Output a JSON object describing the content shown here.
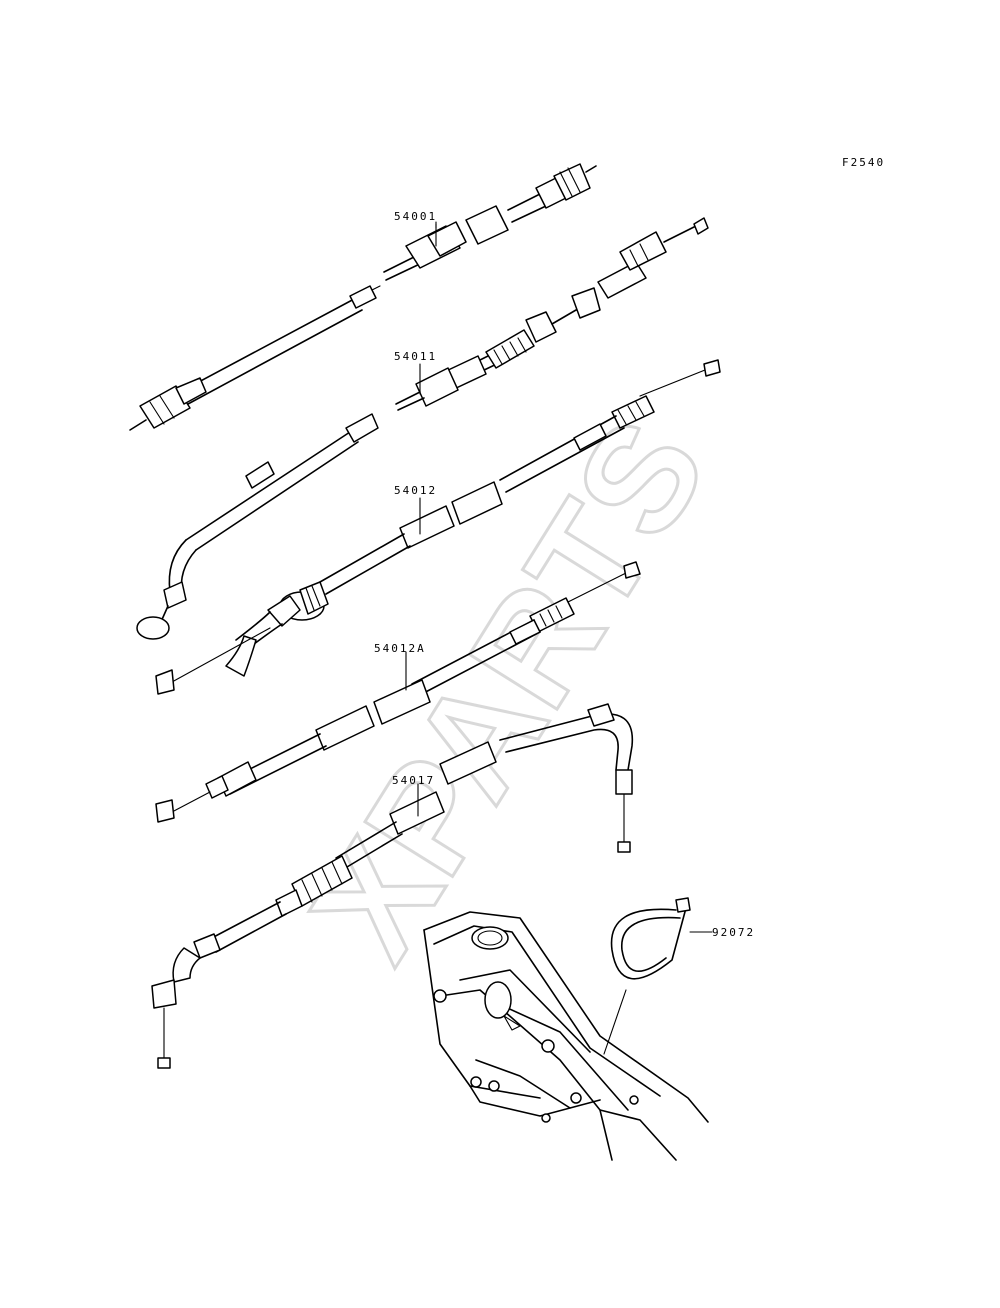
{
  "figure": {
    "code": "F2540",
    "watermark": "XPARTS"
  },
  "parts": [
    {
      "number": "54001"
    },
    {
      "number": "54011"
    },
    {
      "number": "54012"
    },
    {
      "number": "54012A"
    },
    {
      "number": "54017"
    },
    {
      "number": "92072"
    }
  ]
}
